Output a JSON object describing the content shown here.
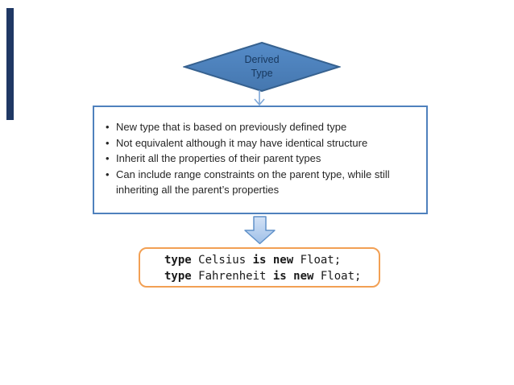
{
  "slide": {
    "background": "#ffffff",
    "accent_bar_color": "#1f3864"
  },
  "diamond": {
    "label_line1": "Derived",
    "label_line2": "Type",
    "fill_top": "#558bc8",
    "fill_bottom": "#4577af",
    "border_color": "#36618f",
    "text_color": "#17375d"
  },
  "connector": {
    "color": "#7da7d8"
  },
  "bullet_box": {
    "border_color": "#4f81bd",
    "text_color": "#262626",
    "items": [
      "New type that is based on previously defined type",
      "Not equivalent although it may have identical structure",
      "Inherit all the properties of their parent types",
      "Can include range constraints on the parent type, while still inheriting all the parent’s properties"
    ]
  },
  "block_arrow": {
    "fill_top": "#d3e2f6",
    "fill_bottom": "#9fc0e8",
    "border_color": "#6091c9"
  },
  "code_box": {
    "border_color": "#f2a054",
    "text_color": "#1a1a1a",
    "lines": [
      {
        "kw1": "type",
        "mid": " Celsius ",
        "kw2": "is new",
        "tail": " Float;"
      },
      {
        "kw1": "type",
        "mid": " Fahrenheit ",
        "kw2": "is new",
        "tail": " Float;"
      }
    ]
  }
}
